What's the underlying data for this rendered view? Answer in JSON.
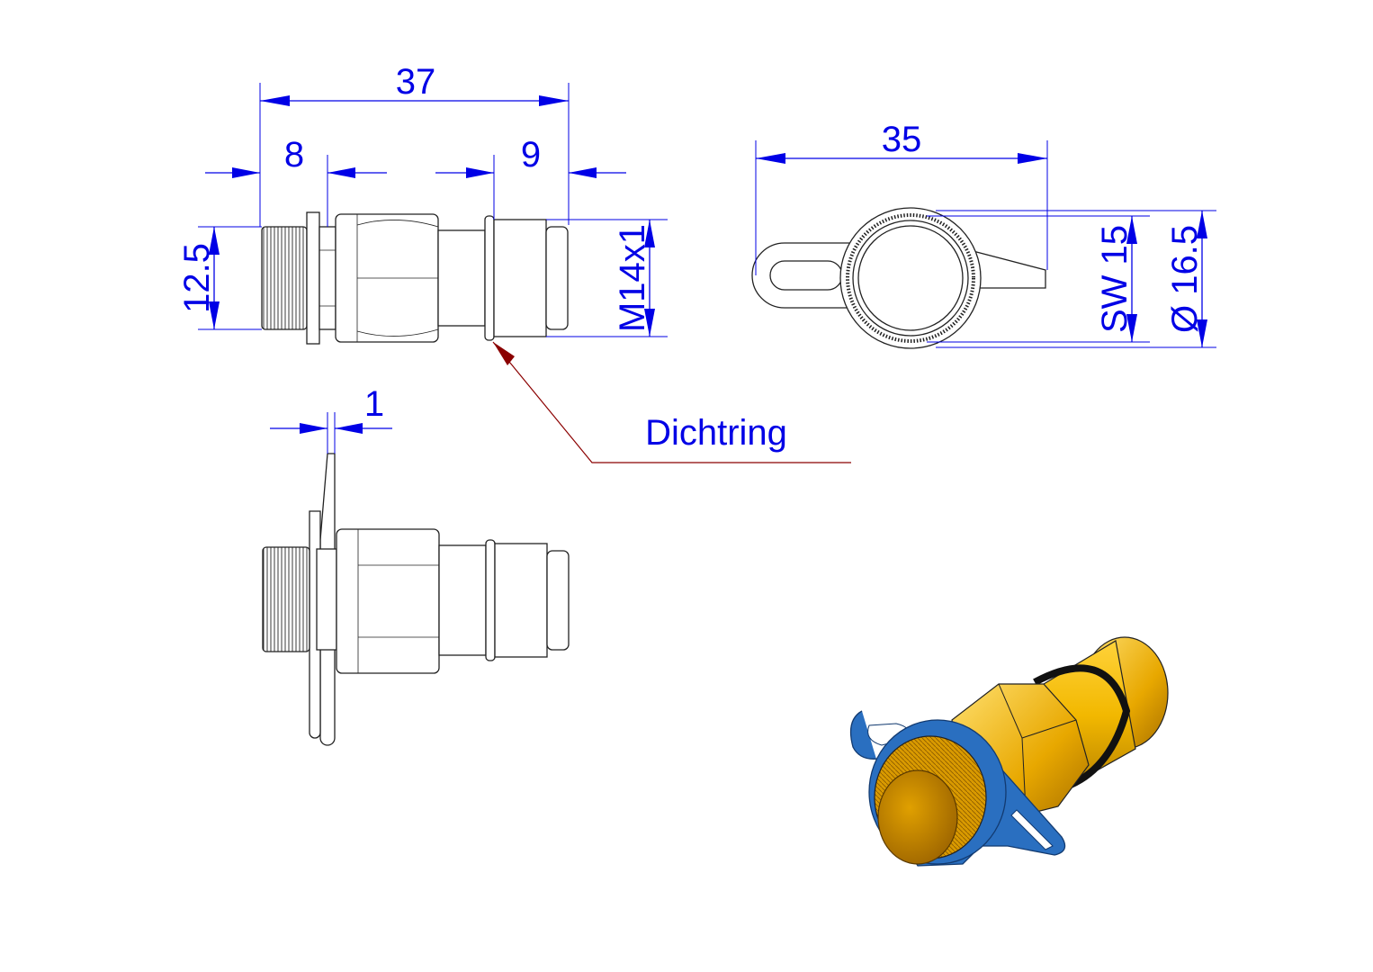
{
  "dimensions": {
    "overall_length": "37",
    "knob_length": "8",
    "thread_length": "9",
    "knob_diameter": "12.5",
    "thread_size": "M14x1",
    "end_view_width": "35",
    "wrench_size": "SW 15",
    "outer_diameter": "Ø 16.5",
    "plate_thickness": "1"
  },
  "labels": {
    "seal_ring": "Dichtring"
  },
  "colors": {
    "dimension": "#0000e6",
    "leader": "#8b0000",
    "body_gold": "#f2b800",
    "tab_blue": "#2a6fc0"
  }
}
